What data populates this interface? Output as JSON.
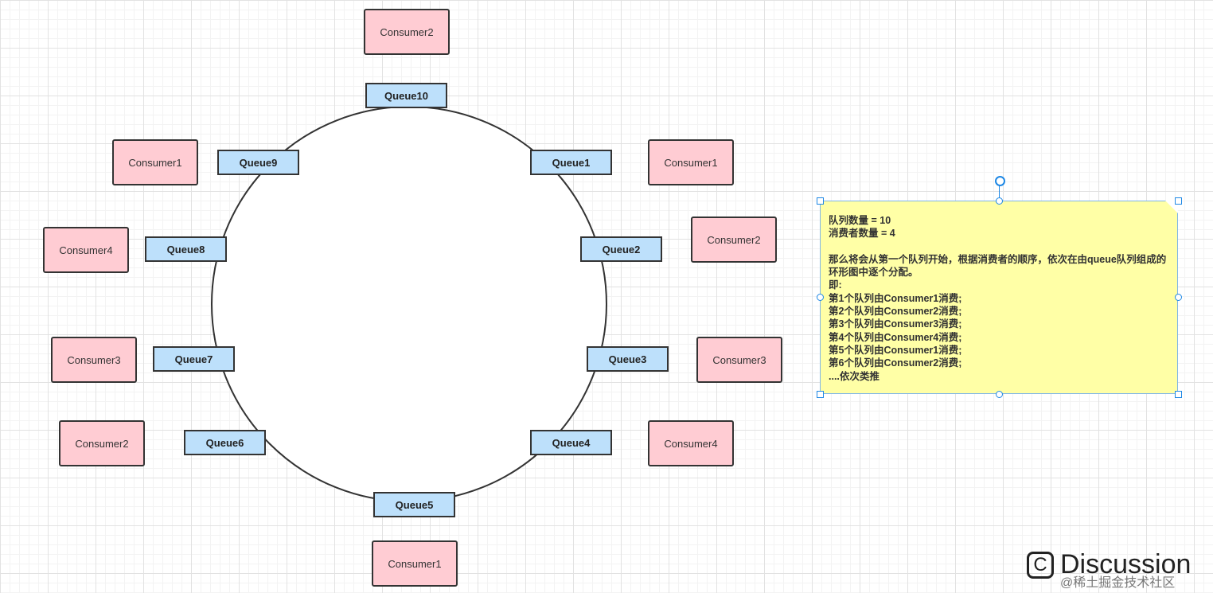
{
  "queues": [
    {
      "id": "q10",
      "label": "Queue10"
    },
    {
      "id": "q1",
      "label": "Queue1"
    },
    {
      "id": "q2",
      "label": "Queue2"
    },
    {
      "id": "q3",
      "label": "Queue3"
    },
    {
      "id": "q4",
      "label": "Queue4"
    },
    {
      "id": "q5",
      "label": "Queue5"
    },
    {
      "id": "q6",
      "label": "Queue6"
    },
    {
      "id": "q7",
      "label": "Queue7"
    },
    {
      "id": "q8",
      "label": "Queue8"
    },
    {
      "id": "q9",
      "label": "Queue9"
    }
  ],
  "consumers": {
    "q10": "Consumer2",
    "q1": "Consumer1",
    "q2": "Consumer2",
    "q3": "Consumer3",
    "q4": "Consumer4",
    "q5": "Consumer1",
    "q6": "Consumer2",
    "q7": "Consumer3",
    "q8": "Consumer4",
    "q9": "Consumer1"
  },
  "note": {
    "lines": [
      "队列数量 = 10",
      "消费者数量 = 4",
      "",
      "那么将会从第一个队列开始，根据消费者的顺序，依次在由queue队列组成的环形图中逐个分配。",
      "即:",
      "第1个队列由Consumer1消费;",
      "第2个队列由Consumer2消费;",
      "第3个队列由Consumer3消费;",
      "第4个队列由Consumer4消费;",
      "第5个队列由Consumer1消费;",
      "第6个队列由Consumer2消费;",
      "....依次类推"
    ]
  },
  "watermark": {
    "brand": "Discussion",
    "sub": "@稀土掘金技术社区"
  },
  "colors": {
    "queue_fill": "#bde0fb",
    "consumer_fill": "#ffccd3",
    "note_fill": "#ffffa6",
    "selection": "#1e88e5",
    "stroke": "#333333"
  }
}
